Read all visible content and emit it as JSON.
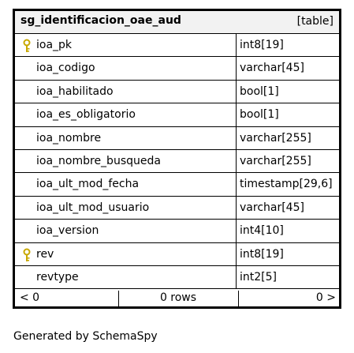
{
  "table": {
    "name": "sg_identificacion_oae_aud",
    "kind": "[table]",
    "columns": [
      {
        "name": "ioa_pk",
        "type": "int8[19]",
        "key": true
      },
      {
        "name": "ioa_codigo",
        "type": "varchar[45]",
        "key": false
      },
      {
        "name": "ioa_habilitado",
        "type": "bool[1]",
        "key": false
      },
      {
        "name": "ioa_es_obligatorio",
        "type": "bool[1]",
        "key": false
      },
      {
        "name": "ioa_nombre",
        "type": "varchar[255]",
        "key": false
      },
      {
        "name": "ioa_nombre_busqueda",
        "type": "varchar[255]",
        "key": false
      },
      {
        "name": "ioa_ult_mod_fecha",
        "type": "timestamp[29,6]",
        "key": false
      },
      {
        "name": "ioa_ult_mod_usuario",
        "type": "varchar[45]",
        "key": false
      },
      {
        "name": "ioa_version",
        "type": "int4[10]",
        "key": false
      },
      {
        "name": "rev",
        "type": "int8[19]",
        "key": true
      },
      {
        "name": "revtype",
        "type": "int2[5]",
        "key": false
      }
    ],
    "footer": {
      "prev": "< 0",
      "rows": "0 rows",
      "next": "0 >"
    }
  },
  "generated_by": "Generated by SchemaSpy",
  "icons": {
    "key": "key-icon",
    "key_color": "#c8a800"
  }
}
